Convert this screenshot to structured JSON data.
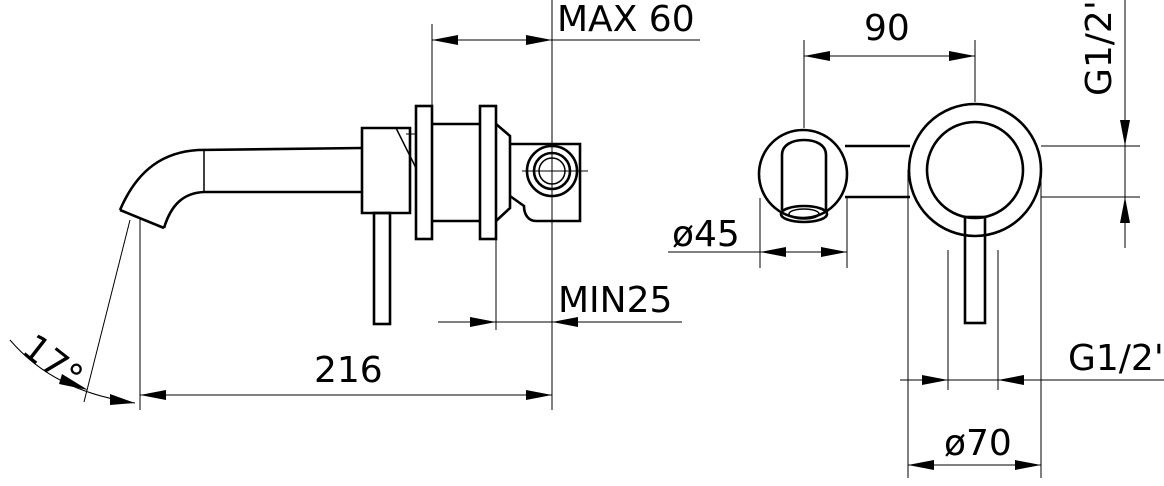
{
  "labels": {
    "max_depth": "MAX 60",
    "min_depth": "MIN25",
    "spout_reach": "216",
    "angle": "17°",
    "spout_flange_dia": "ø45",
    "center_distance": "90",
    "plate_dia": "ø70",
    "thread_top": "G1/2\"",
    "thread_right": "G1/2'"
  }
}
